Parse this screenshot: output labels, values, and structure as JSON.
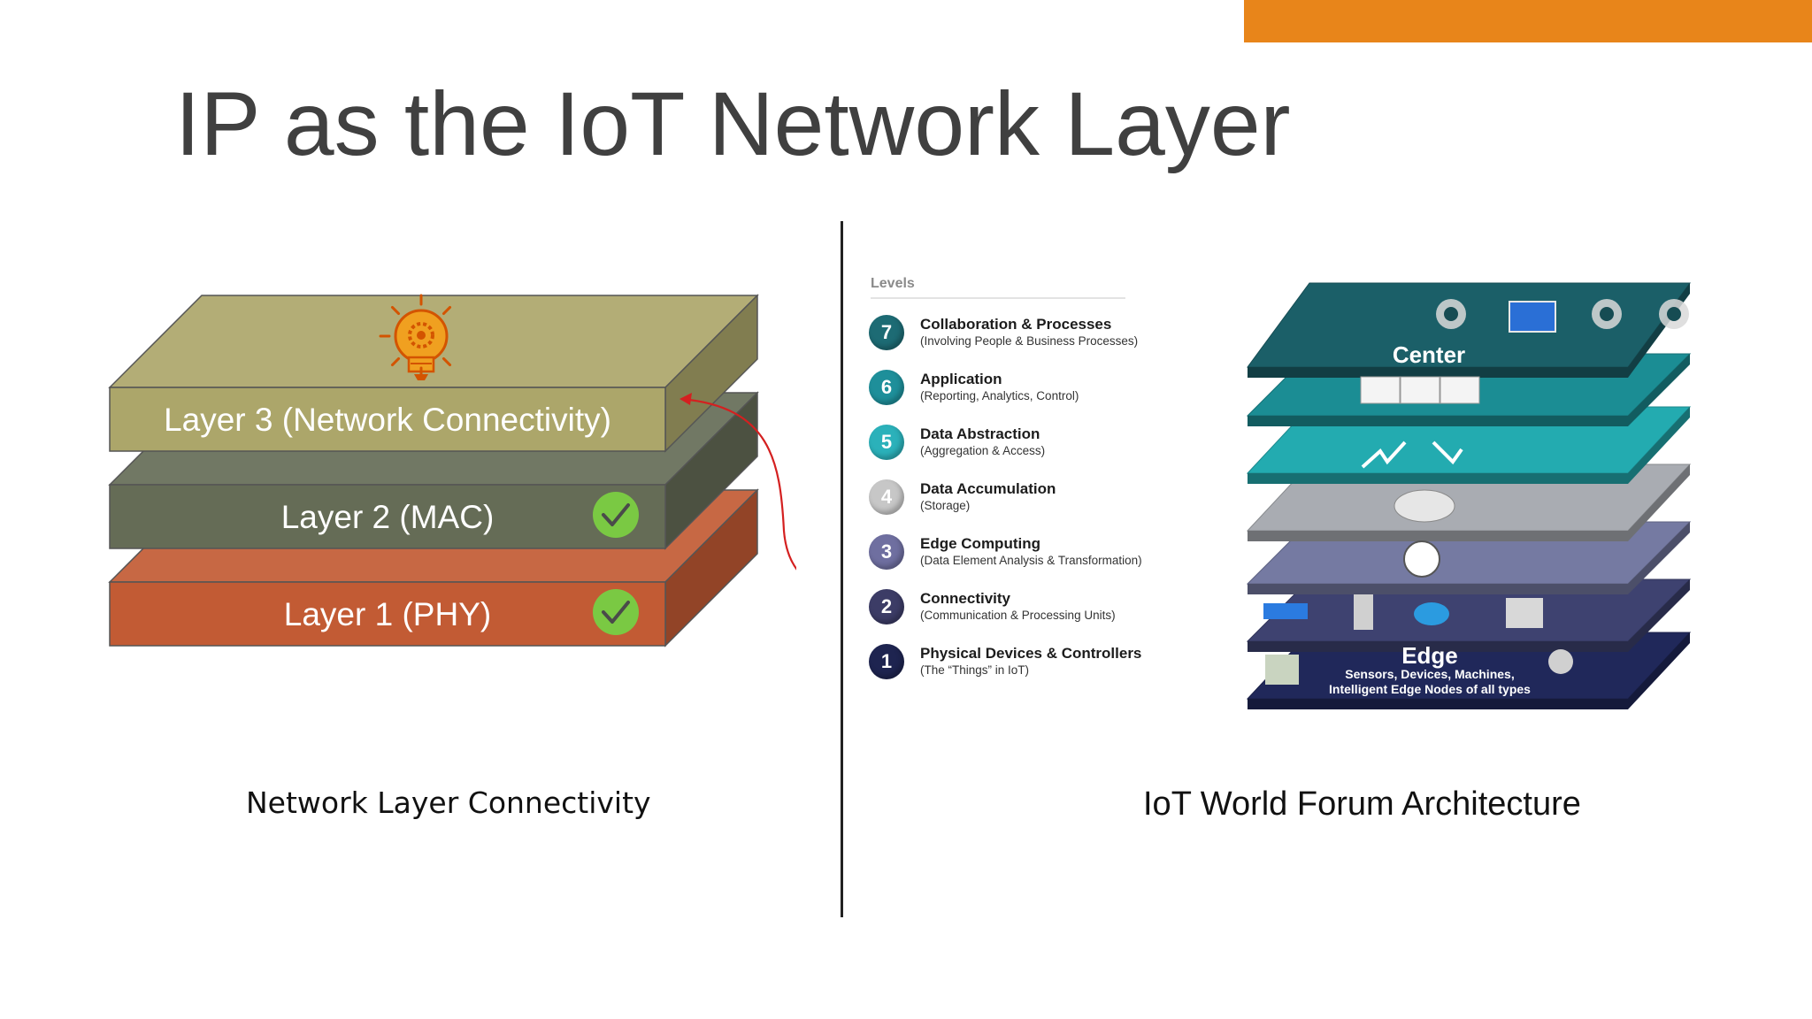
{
  "slide": {
    "title": "IP as the IoT Network Layer",
    "accent_color": "#E8851A"
  },
  "left_diagram": {
    "caption": "Network Layer Connectivity",
    "layers": [
      {
        "label": "Layer 3 (Network Connectivity)",
        "color": "#ACA66A",
        "icon": "lightbulb-gear-icon"
      },
      {
        "label": "Layer 2 (MAC)",
        "color": "#656C56",
        "icon": "check-circle-icon"
      },
      {
        "label": "Layer 1 (PHY)",
        "color": "#C25B34",
        "icon": "check-circle-icon"
      }
    ],
    "arrow_color": "#D42020"
  },
  "right_diagram": {
    "caption": "IoT World Forum Architecture",
    "levels_heading": "Levels",
    "levels": [
      {
        "num": "7",
        "name": "Collaboration & Processes",
        "desc": "(Involving People & Business Processes)",
        "color": "#1D6B74"
      },
      {
        "num": "6",
        "name": "Application",
        "desc": "(Reporting, Analytics, Control)",
        "color": "#1E8F9A"
      },
      {
        "num": "5",
        "name": "Data Abstraction",
        "desc": "(Aggregation & Access)",
        "color": "#2BB1BA"
      },
      {
        "num": "4",
        "name": "Data Accumulation",
        "desc": "(Storage)",
        "color": "#C7C7C7"
      },
      {
        "num": "3",
        "name": "Edge Computing",
        "desc": "(Data Element Analysis & Transformation)",
        "color": "#6F6FA0"
      },
      {
        "num": "2",
        "name": "Connectivity",
        "desc": "(Communication & Processing Units)",
        "color": "#3C3C66"
      },
      {
        "num": "1",
        "name": "Physical Devices & Controllers",
        "desc": "(The “Things” in IoT)",
        "color": "#1E2450"
      }
    ],
    "stack": {
      "top_label": "Center",
      "bottom_label": "Edge",
      "bottom_sub1": "Sensors, Devices, Machines,",
      "bottom_sub2": "Intelligent Edge Nodes of all types",
      "layer_colors": [
        "#1B5F68",
        "#1B8D94",
        "#23ABB0",
        "#A9ACB2",
        "#757AA2",
        "#3E4270",
        "#20285A"
      ],
      "top_icons": [
        "video-camera-icon",
        "monitor-icon",
        "phone-icon",
        "share-icon",
        "sync-icon"
      ]
    }
  }
}
